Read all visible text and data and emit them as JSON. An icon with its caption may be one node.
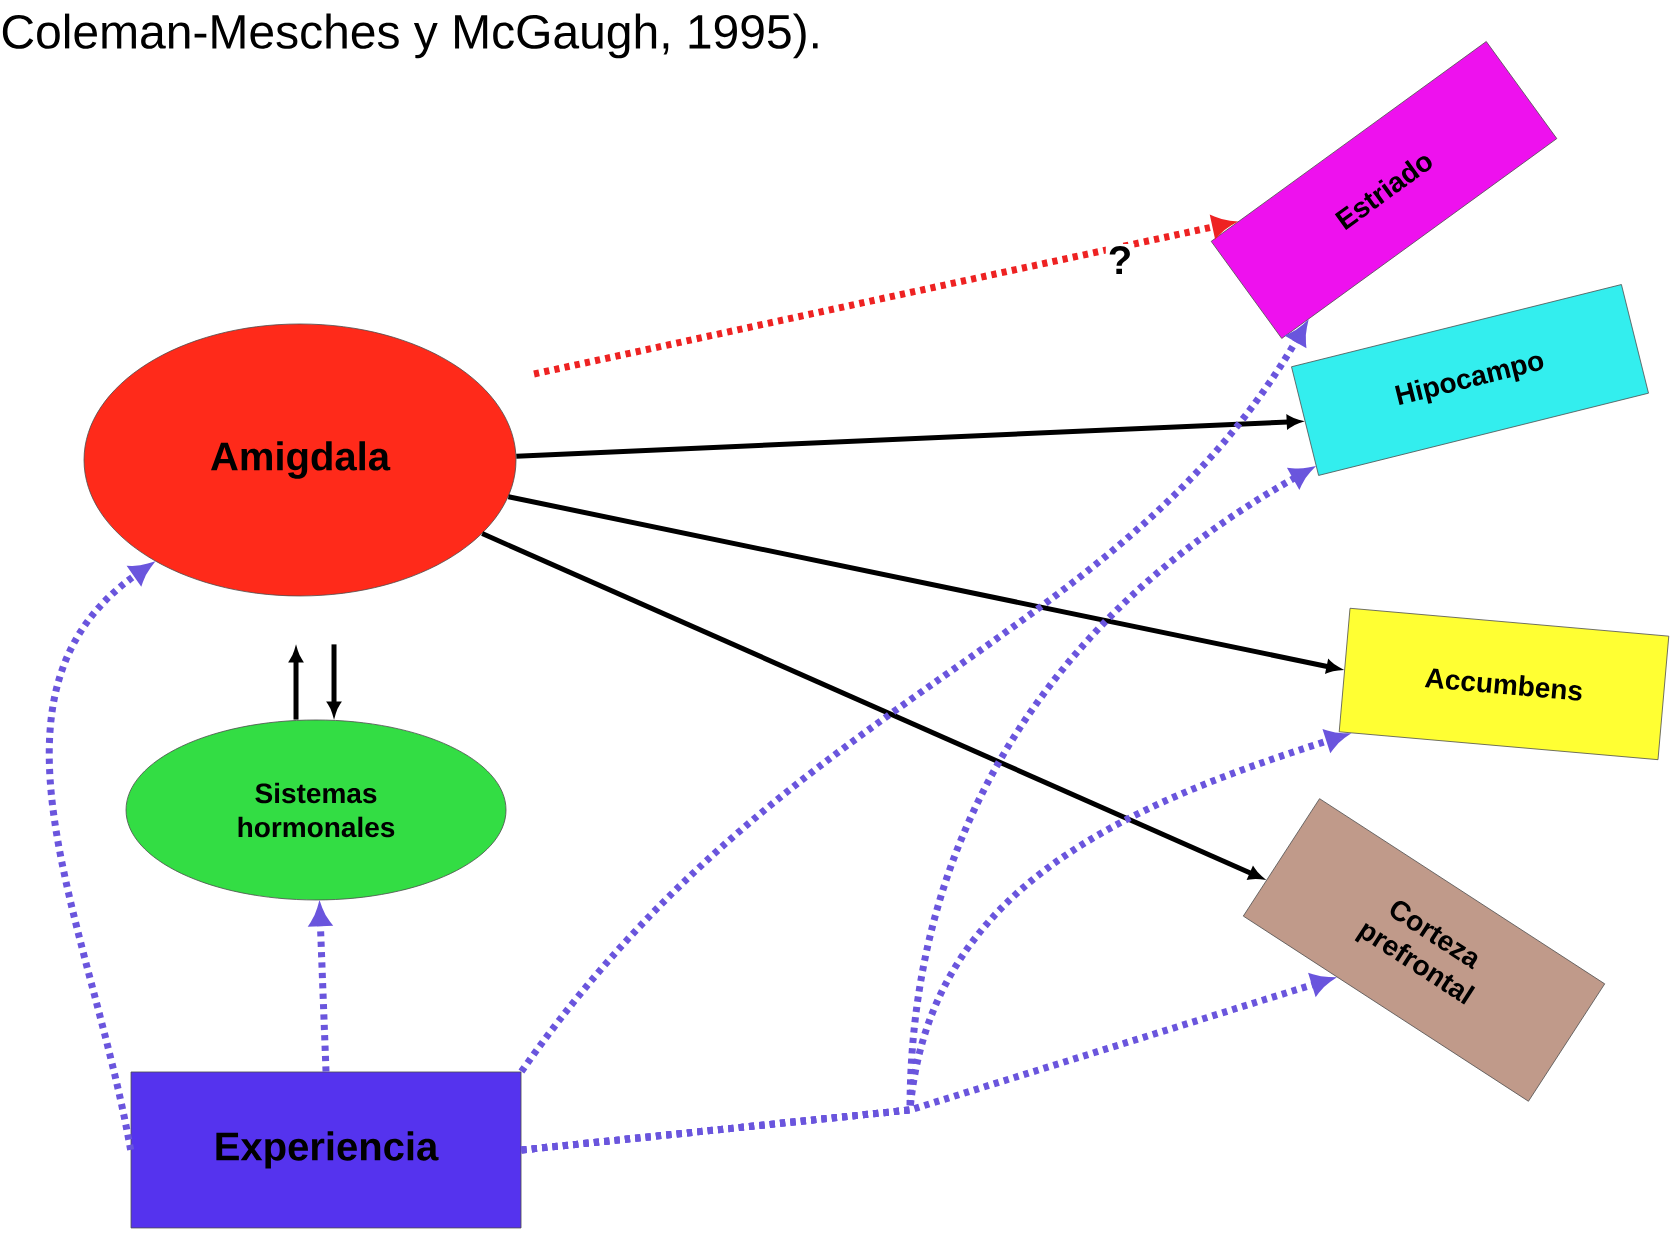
{
  "diagram": {
    "nodes": [
      {
        "text": [
          "Amigdala"
        ]
      },
      {
        "text": [
          "Sistemas hormonales"
        ]
      },
      {
        "text": [
          "Experiencia"
        ]
      },
      {
        "text": [
          "Estriado"
        ]
      },
      {
        "text": [
          "Hipocampo"
        ]
      },
      {
        "text": [
          "Accumbens"
        ]
      },
      {
        "text": [
          "Corteza prefrontal"
        ]
      }
    ],
    "edges": [
      {
        "from": 0,
        "to": 3,
        "arrow": "to",
        "label": "?",
        "style": "dashed",
        "color": "#ee2222"
      },
      {
        "from": 0,
        "to": 4,
        "arrow": "to",
        "color": "#000000"
      },
      {
        "from": 0,
        "to": 5,
        "arrow": "to",
        "color": "#000000"
      },
      {
        "from": 0,
        "to": 6,
        "arrow": "to",
        "color": "#000000"
      },
      {
        "from": 1,
        "to": 0,
        "arrow": "to",
        "color": "#000000"
      },
      {
        "from": 0,
        "to": 1,
        "arrow": "to",
        "color": "#000000"
      },
      {
        "from": 2,
        "to": 0,
        "arrow": "to",
        "style": "dashed",
        "color": "#6a55dd"
      },
      {
        "from": 2,
        "to": 1,
        "arrow": "to",
        "style": "dashed",
        "color": "#6a55dd"
      },
      {
        "from": 2,
        "to": 3,
        "arrow": "to",
        "style": "dashed",
        "color": "#6a55dd"
      },
      {
        "from": 2,
        "to": 4,
        "arrow": "to",
        "style": "dashed",
        "color": "#6a55dd"
      },
      {
        "from": 2,
        "to": 5,
        "arrow": "to",
        "style": "dashed",
        "color": "#6a55dd"
      },
      {
        "from": 2,
        "to": 6,
        "arrow": "to",
        "style": "dashed",
        "color": "#6a55dd"
      }
    ],
    "labels": [
      "Coleman-Mesches y McGaugh, 1995)."
    ]
  }
}
